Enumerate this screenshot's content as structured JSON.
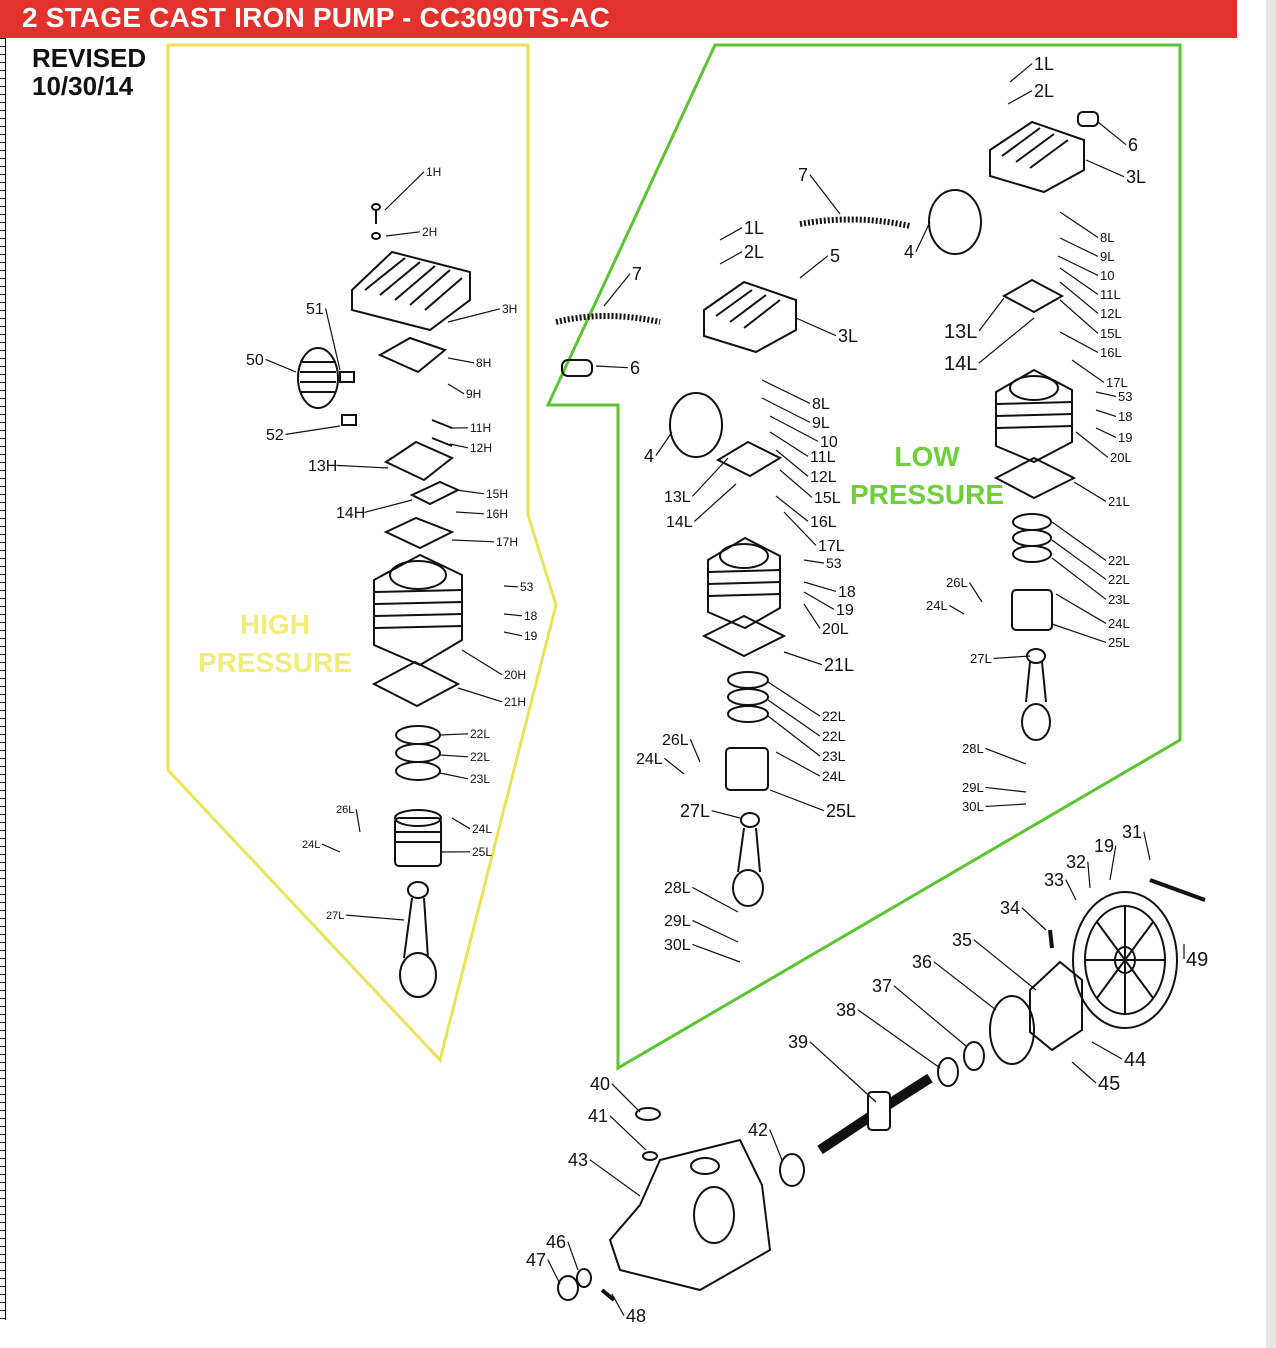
{
  "header": {
    "title": "2 STAGE CAST IRON PUMP - CC3090TS-AC"
  },
  "revision": {
    "line1": "REVISED",
    "line2": "10/30/14"
  },
  "regions": {
    "high_pressure": {
      "line1": "HIGH",
      "line2": "PRESSURE",
      "color": "#e9e35a"
    },
    "low_pressure": {
      "line1": "LOW",
      "line2": "PRESSURE",
      "color": "#5cc332"
    }
  },
  "callouts": {
    "hp": [
      {
        "t": "1H"
      },
      {
        "t": "2H"
      },
      {
        "t": "3H"
      },
      {
        "t": "51"
      },
      {
        "t": "50"
      },
      {
        "t": "8H"
      },
      {
        "t": "9H"
      },
      {
        "t": "52"
      },
      {
        "t": "11H"
      },
      {
        "t": "12H"
      },
      {
        "t": "13H"
      },
      {
        "t": "15H"
      },
      {
        "t": "14H"
      },
      {
        "t": "16H"
      },
      {
        "t": "17H"
      },
      {
        "t": "53"
      },
      {
        "t": "18"
      },
      {
        "t": "19"
      },
      {
        "t": "20H"
      },
      {
        "t": "21H"
      },
      {
        "t": "22L"
      },
      {
        "t": "22L"
      },
      {
        "t": "23L"
      },
      {
        "t": "26L"
      },
      {
        "t": "24L"
      },
      {
        "t": "25L"
      },
      {
        "t": "24L"
      },
      {
        "t": "27L"
      }
    ],
    "lp_mid": [
      {
        "t": "7"
      },
      {
        "t": "6"
      },
      {
        "t": "1L"
      },
      {
        "t": "2L"
      },
      {
        "t": "5"
      },
      {
        "t": "3L"
      },
      {
        "t": "8L"
      },
      {
        "t": "9L"
      },
      {
        "t": "4"
      },
      {
        "t": "10"
      },
      {
        "t": "11L"
      },
      {
        "t": "12L"
      },
      {
        "t": "13L"
      },
      {
        "t": "15L"
      },
      {
        "t": "14L"
      },
      {
        "t": "16L"
      },
      {
        "t": "17L"
      },
      {
        "t": "53"
      },
      {
        "t": "18"
      },
      {
        "t": "19"
      },
      {
        "t": "20L"
      },
      {
        "t": "21L"
      },
      {
        "t": "22L"
      },
      {
        "t": "22L"
      },
      {
        "t": "26L"
      },
      {
        "t": "23L"
      },
      {
        "t": "24L"
      },
      {
        "t": "24L"
      },
      {
        "t": "25L"
      },
      {
        "t": "27L"
      },
      {
        "t": "28L"
      },
      {
        "t": "29L"
      },
      {
        "t": "30L"
      }
    ],
    "lp_right": [
      {
        "t": "1L"
      },
      {
        "t": "2L"
      },
      {
        "t": "6"
      },
      {
        "t": "3L"
      },
      {
        "t": "7"
      },
      {
        "t": "4"
      },
      {
        "t": "8L"
      },
      {
        "t": "9L"
      },
      {
        "t": "10"
      },
      {
        "t": "11L"
      },
      {
        "t": "12L"
      },
      {
        "t": "13L"
      },
      {
        "t": "15L"
      },
      {
        "t": "14L"
      },
      {
        "t": "16L"
      },
      {
        "t": "17L"
      },
      {
        "t": "53"
      },
      {
        "t": "18"
      },
      {
        "t": "19"
      },
      {
        "t": "20L"
      },
      {
        "t": "21L"
      },
      {
        "t": "22L"
      },
      {
        "t": "22L"
      },
      {
        "t": "26L"
      },
      {
        "t": "23L"
      },
      {
        "t": "24L"
      },
      {
        "t": "24L"
      },
      {
        "t": "25L"
      },
      {
        "t": "27L"
      },
      {
        "t": "28L"
      },
      {
        "t": "29L"
      },
      {
        "t": "30L"
      }
    ],
    "base": [
      {
        "t": "31"
      },
      {
        "t": "19"
      },
      {
        "t": "32"
      },
      {
        "t": "33"
      },
      {
        "t": "34"
      },
      {
        "t": "49"
      },
      {
        "t": "35"
      },
      {
        "t": "36"
      },
      {
        "t": "37"
      },
      {
        "t": "38"
      },
      {
        "t": "39"
      },
      {
        "t": "44"
      },
      {
        "t": "45"
      },
      {
        "t": "40"
      },
      {
        "t": "41"
      },
      {
        "t": "43"
      },
      {
        "t": "42"
      },
      {
        "t": "46"
      },
      {
        "t": "47"
      },
      {
        "t": "48"
      }
    ]
  }
}
